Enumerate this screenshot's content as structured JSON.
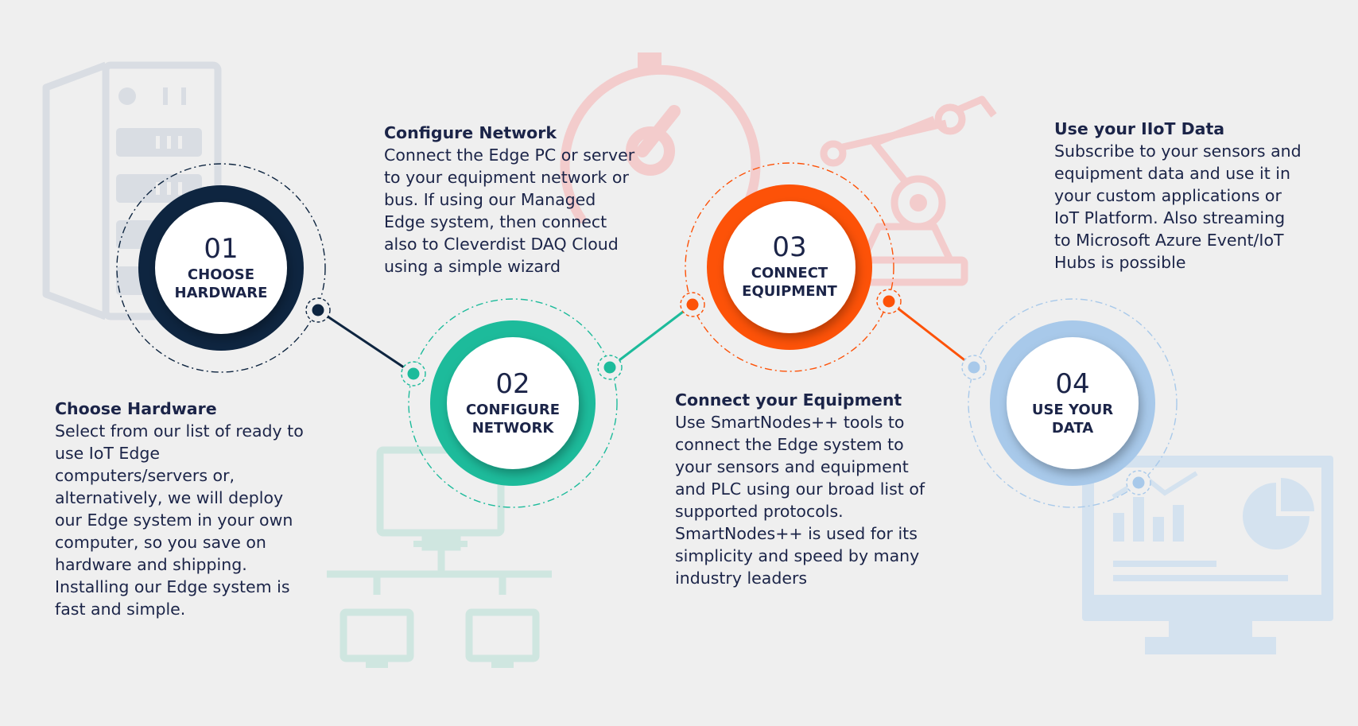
{
  "steps": [
    {
      "number": "01",
      "label_line1": "CHOOSE",
      "label_line2": "HARDWARE",
      "heading": "Choose Hardware",
      "body": "Select from our list of ready to\nuse IoT Edge\ncomputers/servers or,\nalternatively,  we will deploy\nour Edge system in your own\ncomputer, so you save on\nhardware and shipping.\nInstalling our Edge system is\nfast and simple.",
      "color": "#0e2540"
    },
    {
      "number": "02",
      "label_line1": "CONFIGURE",
      "label_line2": "NETWORK",
      "heading": "Configure Network",
      "body": "Connect the Edge PC or server\nto your equipment network or\nbus. If using our Managed\nEdge system, then connect\nalso to Cleverdist DAQ Cloud\nusing a simple wizard",
      "color": "#1dbb9b"
    },
    {
      "number": "03",
      "label_line1": "CONNECT",
      "label_line2": "EQUIPMENT",
      "heading": "Connect your Equipment",
      "body": "Use SmartNodes++ tools to\nconnect the Edge system to\nyour sensors and equipment\nand PLC using our broad list of\nsupported protocols.\nSmartNodes++ is used for its\nsimplicity and speed by many\nindustry leaders",
      "color": "#fd5208"
    },
    {
      "number": "04",
      "label_line1": "USE YOUR",
      "label_line2": "DATA",
      "heading": "Use your IIoT Data",
      "body": "Subscribe to your sensors and\nequipment data and use it in\nyour custom applications or\nIoT Platform. Also streaming\nto Microsoft Azure Event/IoT\nHubs is possible",
      "color": "#a8c9ea"
    }
  ],
  "colors": {
    "background": "#efefef",
    "text": "#1b2448",
    "connector_1": "#0e2540",
    "connector_2": "#1dbb9b",
    "connector_3": "#fd5208",
    "watermark_gray": "#d9dde3",
    "watermark_red": "#f3cccc",
    "watermark_teal": "#cfe6e0",
    "watermark_blue": "#d4e2ef"
  },
  "icons": [
    "server-icon",
    "gauge-icon",
    "robot-arm-icon",
    "network-computers-icon",
    "analytics-monitor-icon"
  ]
}
